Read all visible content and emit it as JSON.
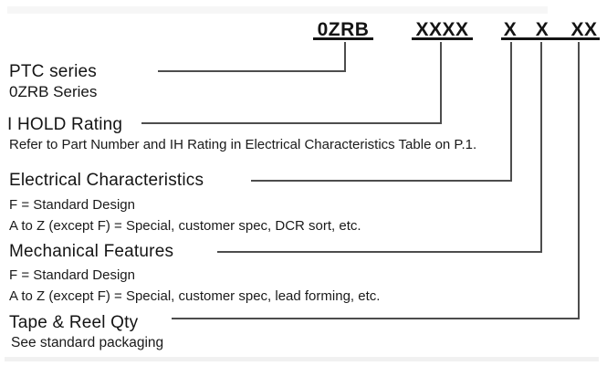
{
  "diagram": {
    "part_number": {
      "segments": [
        "0ZRB",
        "XXXX",
        "X",
        "X",
        "XX"
      ]
    },
    "sections": [
      {
        "title": "PTC series",
        "lines": [
          "0ZRB Series"
        ]
      },
      {
        "title": "I HOLD Rating",
        "lines": [
          "Refer to Part Number and IH Rating in Electrical Characteristics Table on P.1."
        ]
      },
      {
        "title": "Electrical Characteristics",
        "lines": [
          "F = Standard Design",
          "A to Z (except F) = Special, customer spec, DCR sort, etc."
        ]
      },
      {
        "title": "Mechanical Features",
        "lines": [
          "F = Standard Design",
          "A to Z (except F) = Special, customer spec, lead forming, etc."
        ]
      },
      {
        "title": "Tape & Reel Qty",
        "lines": [
          "See standard packaging"
        ]
      }
    ],
    "colors": {
      "line": "#4d4d4d",
      "text": "#141414"
    }
  }
}
